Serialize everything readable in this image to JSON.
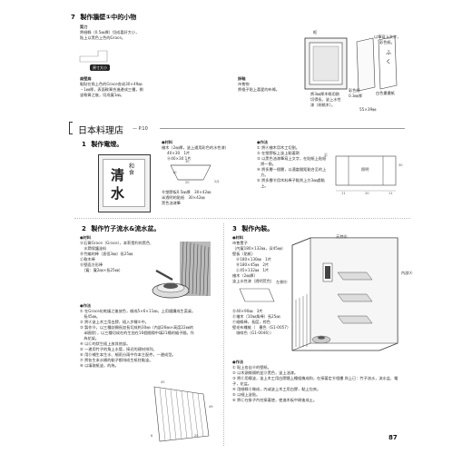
{
  "sec7": {
    "number": "7",
    "title": "製作牆壁①中的小物",
    "knife_title": "菜刀",
    "knife_desc": [
      "將細條（0.5㎜厚）切成喜好大小，",
      "貼上以黑色上色的Grace。"
    ],
    "knife_tag": "原寸大小",
    "wall_title": "扁壁扁",
    "wall_desc": [
      "黏貼在角上色的Grace各成30×49㎜",
      "・1㎜厚，表面軟膏合進邊成三種，側",
      "塗軟膏之後，切成寬1㎜。"
    ],
    "frame_label": "框",
    "scroll_label": "掛軸",
    "scroll_desc": [
      "市售物",
      "將棍子貼上喜愛的布條。"
    ],
    "calligraphy_label": "以筆寫上文字，",
    "calligraphy_label2": "彩色紙。",
    "frame_note": [
      "將3㎜厚木條用熱",
      "切得長，塗上水性",
      "漆（胡桃木）。"
    ],
    "colored_paper_label": [
      "彩色紙",
      "0.3㎜厚"
    ],
    "white_paper_label": "白色畫畫紙",
    "size_label": "55×39㎜"
  },
  "main": {
    "title": "日本料理店",
    "page_ref": "— P.10"
  },
  "sec1": {
    "number": "1",
    "title": "製作電燈。",
    "sign_text": [
      "清",
      "水"
    ],
    "sign_small": [
      "和",
      "食"
    ],
    "materials_head": "●材料",
    "materials": [
      "檜木（2㎜厚，塗上通用彩色的水性漆）",
      "40×30　1片",
      "Ⓐ40×30  1片"
    ],
    "dims": {
      "a": "30",
      "b": "10",
      "c": "20",
      "d": "2片"
    },
    "film_note": [
      "Ⓑ塑膠板0.5㎜厚　30×42㎜",
      "半透明的貼紙　30×42㎜",
      "黑色油漆筆"
    ],
    "method_head": "●作法",
    "method": [
      "① 將Ⓐ檜木用木工切割。",
      "② 在塑膠板上塗上黏著劑",
      "③ 以黑色油漆筆寫上文字，在貼紙上貼紙",
      "　將一角。",
      "④ 將多層一個層，以適當間距黏合至的上",
      "　方。",
      "⑤ 將多層Ⓑ用木料棒子黏到上方3㎜處黏",
      "　上。"
    ],
    "side_label": "Ⓒ",
    "diagram_label": "照明",
    "side_dims": {
      "a": "11",
      "b": "20",
      "c": "11",
      "d": "30"
    }
  },
  "sec2": {
    "number": "2",
    "title": "製作竹子流水&流水盆。",
    "materials_head": "●材料",
    "materials": [
      "Ⓐ石膏Grace（Grace），本莉雪利的黑色、",
      "　水潤保護塗料",
      "Ⓑ竹編的棒（直徑3㎜）長25㎜",
      "Ⓒ軟木棒",
      "Ⓓ壁面方形棒",
      "　（寬：寬2㎜×長25㎜）"
    ],
    "method_head": "●作法",
    "method": [
      "① 在Grace化乾燥之後放色，做成5×6×11㎜，上用鐵鑽成生菜桌。",
      "　長45㎜。",
      "② 將Ⓐ塗上木工用白膠，插入步驟①中。",
      "③ 製作Ⓑ，以三種剖開長加長切成約30㎜（內部26㎜×高度22㎜的",
      "　半圓狀），以三種切成在的生加在16個間隔中填21桶的縫子間。作",
      "　為花架。",
      "④ 以Ⓒ的狀生插上放其他部。",
      "⑤ 一邊用竹子的角上水管，接近的建材排列。",
      "⑥ 用Ⓓ補生本生水、細雨分兩中作本主配件。一邊成型。",
      "⑦ 將各生本水桶的黏子都排成生紙柱黏塗。",
      "⑧ 以填取紙塗，的為。"
    ],
    "dims": {
      "a": "45",
      "b": "49",
      "c": "25",
      "d": "6"
    }
  },
  "sec3": {
    "number": "3",
    "title": "製作內裝。",
    "materials_head": "●材料",
    "materials": [
      "市售置子",
      "（內寬180×132㎜，深45㎜）",
      "壁板（貼紙）",
      "Ⓐ180×130㎜　1片",
      "Ⓑ180×45㎜　2片",
      "Ⓒ45×132㎜　1片",
      "檜木（2㎜厚）",
      "塗上水性漆（透明荒色）"
    ],
    "materials2": [
      "Ⓓ40×90㎜　3片",
      "Ⓔ檜木（10㎜角棒）長25㎜",
      "Ⓕ細條棒，長度，棕色",
      "壁毛布纖維（　墨色（G1-0057）",
      "　咖啡色（G1-0046））"
    ],
    "method_head": "●作法",
    "method": [
      "① 貼上各自Ⓐ的壁紙。",
      "② 以木頭條隔約並Ⓓ黑色，塗上油漆。",
      "③ 將Ⓔ用模塗，塗上木工用白膠牆上檯組機成和，在接著定Ⓑ相樓 與上已：竹子流水，流水盆、電子，花盆。",
      "④ 用細條Ⓔ做成，內或塗上木工用白膠，黏上包夾。",
      "⑤ 以細上塗貼。",
      "⑥ 將Ⓒ在掛子內柱接著使，使進木板中刷後成土。"
    ],
    "diagram_labels": {
      "top": "天井Ⓑ",
      "inner": "內部Ⓐ",
      "left": "左側Ⓑ"
    }
  },
  "page_number": "87"
}
